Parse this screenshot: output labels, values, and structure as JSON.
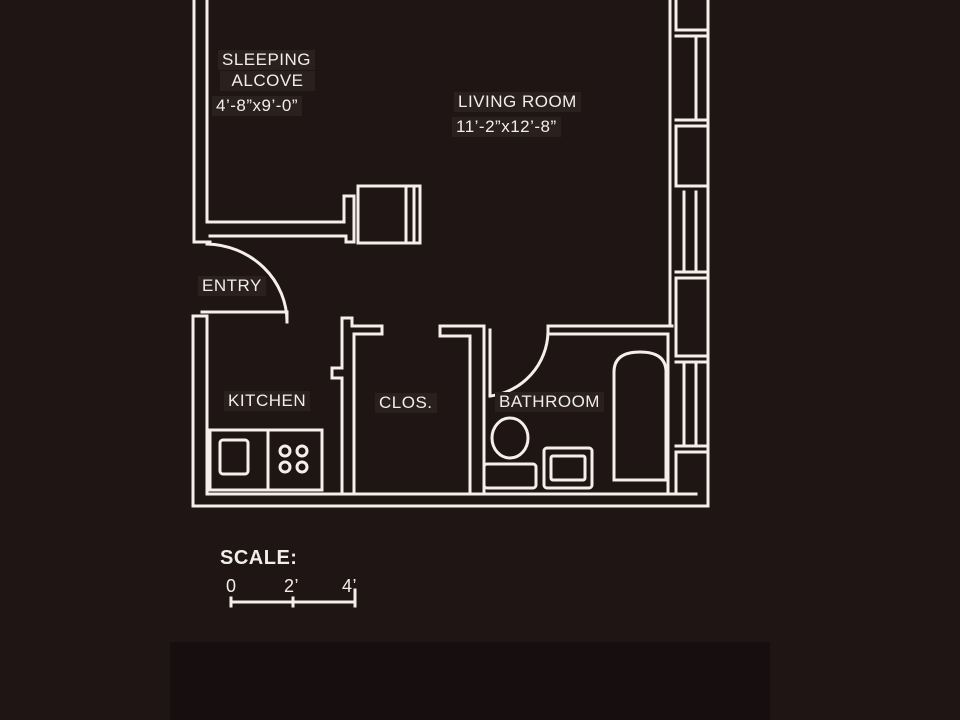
{
  "rooms": {
    "sleeping_alcove": {
      "name_line1": "SLEEPING",
      "name_line2": "ALCOVE",
      "dims": "4’-8”x9’-0”"
    },
    "living_room": {
      "name": "LIVING ROOM",
      "dims": "11’-2”x12’-8”"
    },
    "entry": {
      "name": "ENTRY"
    },
    "kitchen": {
      "name": "KITCHEN"
    },
    "closet": {
      "name": "CLOS."
    },
    "bathroom": {
      "name": "BATHROOM"
    }
  },
  "scale": {
    "title": "SCALE:",
    "ticks": [
      "0",
      "2’",
      "4’"
    ]
  },
  "colors": {
    "background": "#1e1514",
    "lines": "#f6eeea"
  }
}
